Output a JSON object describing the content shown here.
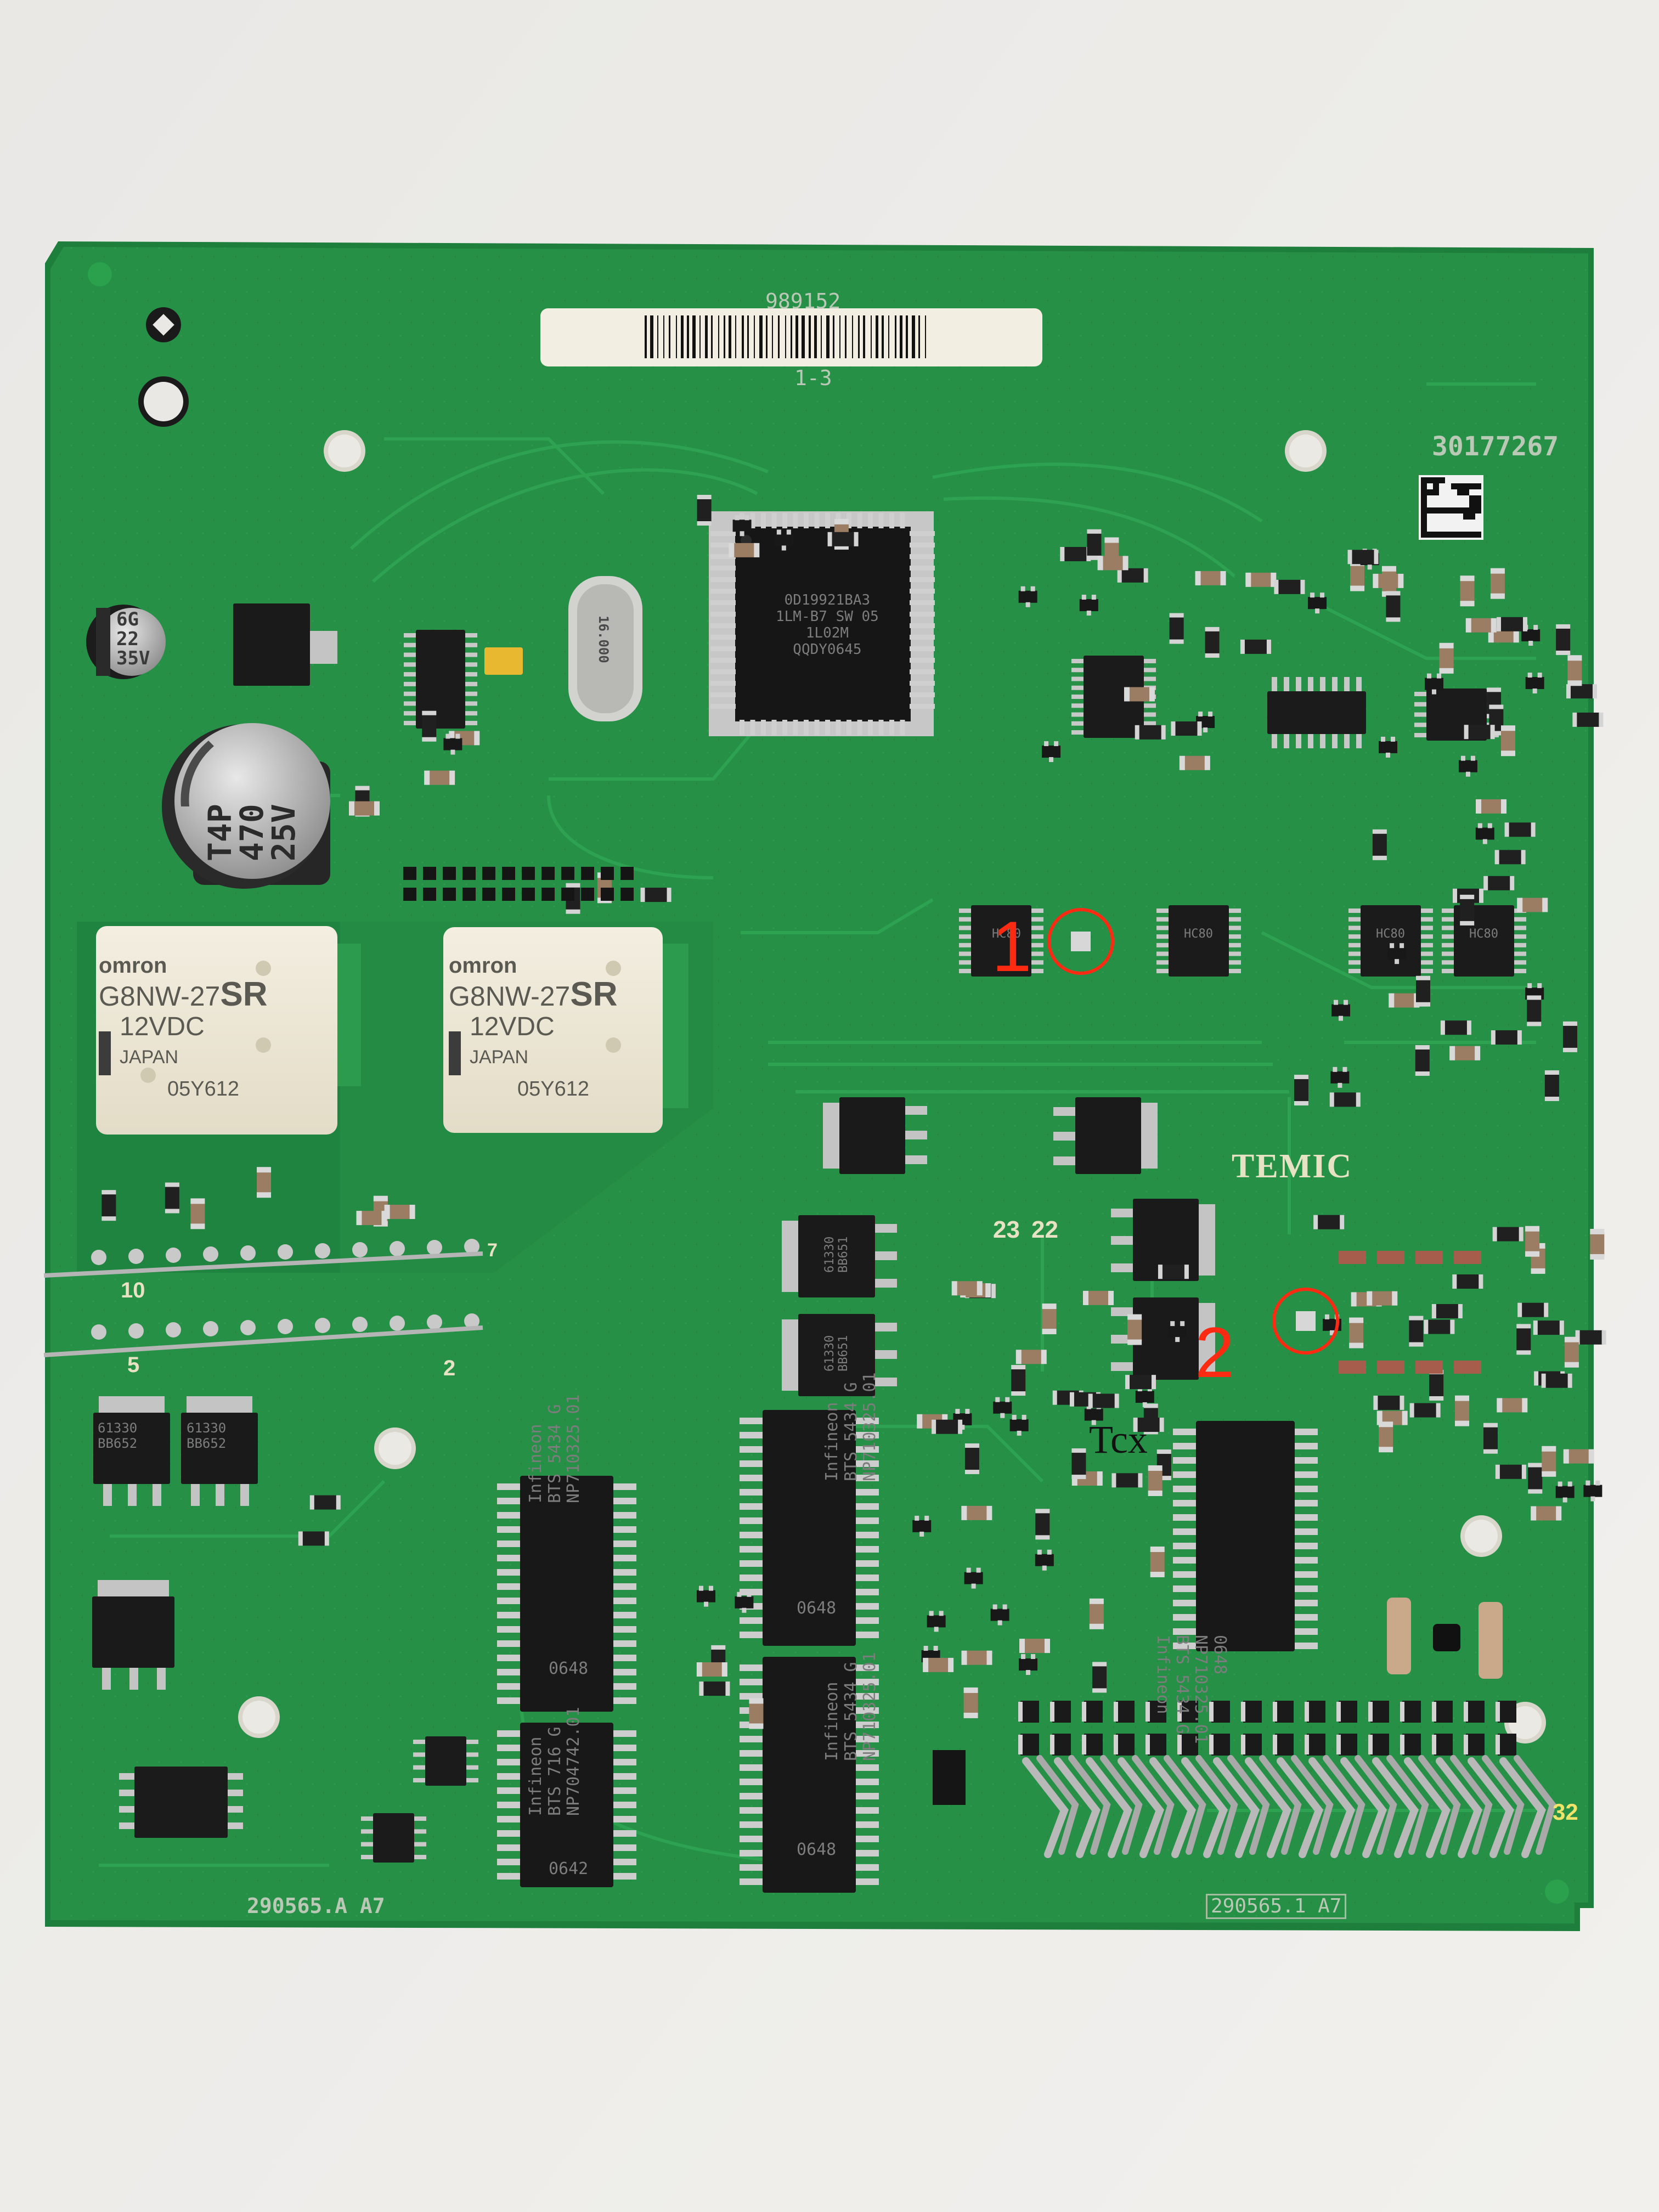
{
  "colors": {
    "background": "#ecebe8",
    "pcb": "#259046",
    "pcb_dark": "#1f7a3b",
    "trace": "#2ea14f",
    "chip": "#1b1b1b",
    "pin": "#c9c9c9",
    "relay": "#efe9d8",
    "label_sticker": "#f2efe2",
    "silkscreen": "#e8e2c4",
    "annotation": "#ff2a12"
  },
  "board": {
    "barcode_number": "989152",
    "barcode_sub": "1-3",
    "part_number": "30177267",
    "pcb_number_left": "290565.A A7",
    "pcb_number_right": "290565.1 A7",
    "brand": "TEMIC",
    "pin_count": "32",
    "connector_label_10": "10",
    "connector_label_5": "5",
    "connector_label_2": "2",
    "connector_label_7": "7",
    "jumper_23": "23",
    "jumper_22": "22"
  },
  "mcu": {
    "line1": "0D19921BA3",
    "line2": "1LM-B7 SW 05",
    "line3": "1L02M",
    "line4": "QQDY0645"
  },
  "crystal": {
    "label": "16.000"
  },
  "capacitor_small": {
    "line1": "6G",
    "line2": "22",
    "line3": "35V"
  },
  "capacitor_large": {
    "line1": "T4P",
    "line2": "470",
    "line3": "25V"
  },
  "relays": [
    {
      "brand": "omron",
      "model": "G8NW-27",
      "suffix": "SR",
      "voltage": "12VDC",
      "origin": "JAPAN",
      "lot": "05Y612"
    },
    {
      "brand": "omron",
      "model": "G8NW-27",
      "suffix": "SR",
      "voltage": "12VDC",
      "origin": "JAPAN",
      "lot": "05Y612"
    }
  ],
  "infineon_chips": [
    {
      "brand": "Infineon",
      "part": "BTS 5434 G",
      "code": "NP710325.01",
      "date": "0648"
    },
    {
      "brand": "Infineon",
      "part": "BTS 5434 G",
      "code": "NP710325.01",
      "date": "0648"
    },
    {
      "brand": "Infineon",
      "part": "BTS 716 G",
      "code": "NP704742.01",
      "date": "0642"
    },
    {
      "brand": "Infineon",
      "part": "BTS 5434 G",
      "code": "NP710325.01",
      "date": "0648"
    },
    {
      "brand": "Infineon",
      "part": "BTS 5434 G",
      "code": "NP710325.01",
      "date": "0648"
    }
  ],
  "mosfets_left": [
    {
      "line1": "61330",
      "line2": "BB652"
    },
    {
      "line1": "61330",
      "line2": "BB652"
    }
  ],
  "mosfets_mid": [
    {
      "line1": "61330",
      "line2": "BB651"
    },
    {
      "line1": "61330",
      "line2": "BB651"
    }
  ],
  "hc_chips": [
    {
      "label": "HC80"
    },
    {
      "label": "HC80"
    },
    {
      "label": "HC80"
    },
    {
      "label": "HC80"
    }
  ],
  "annotations": [
    {
      "number": "1"
    },
    {
      "number": "2"
    }
  ],
  "overlay_text": "Tcx"
}
